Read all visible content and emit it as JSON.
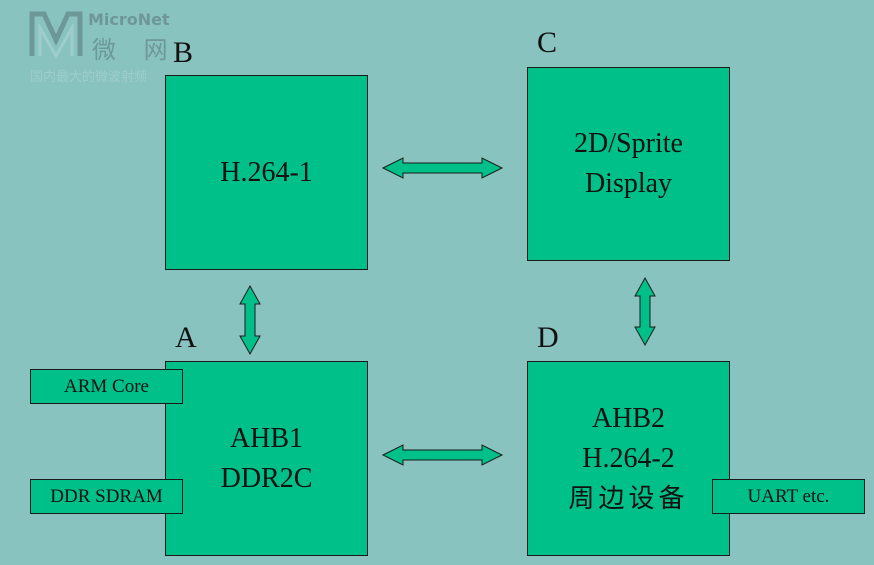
{
  "watermark": {
    "brand": "MicroNet",
    "brand_cn": "微 网",
    "tagline": "国内最大的微波射频"
  },
  "blocks": {
    "b": {
      "letter": "B",
      "line1": "H.264-1"
    },
    "c": {
      "letter": "C",
      "line1": "2D/Sprite",
      "line2": "Display"
    },
    "a": {
      "letter": "A",
      "line1": "AHB1",
      "line2": "DDR2C"
    },
    "d": {
      "letter": "D",
      "line1": "AHB2",
      "line2": "H.264-2",
      "line3": "周边设备"
    }
  },
  "side_boxes": {
    "arm_core": "ARM Core",
    "ddr_sdram": "DDR SDRAM",
    "uart": "UART etc."
  },
  "colors": {
    "background": "#88c3c0",
    "block_fill": "#00c08a",
    "arrow_fill": "#00c08a",
    "border": "#1a1a1a"
  }
}
